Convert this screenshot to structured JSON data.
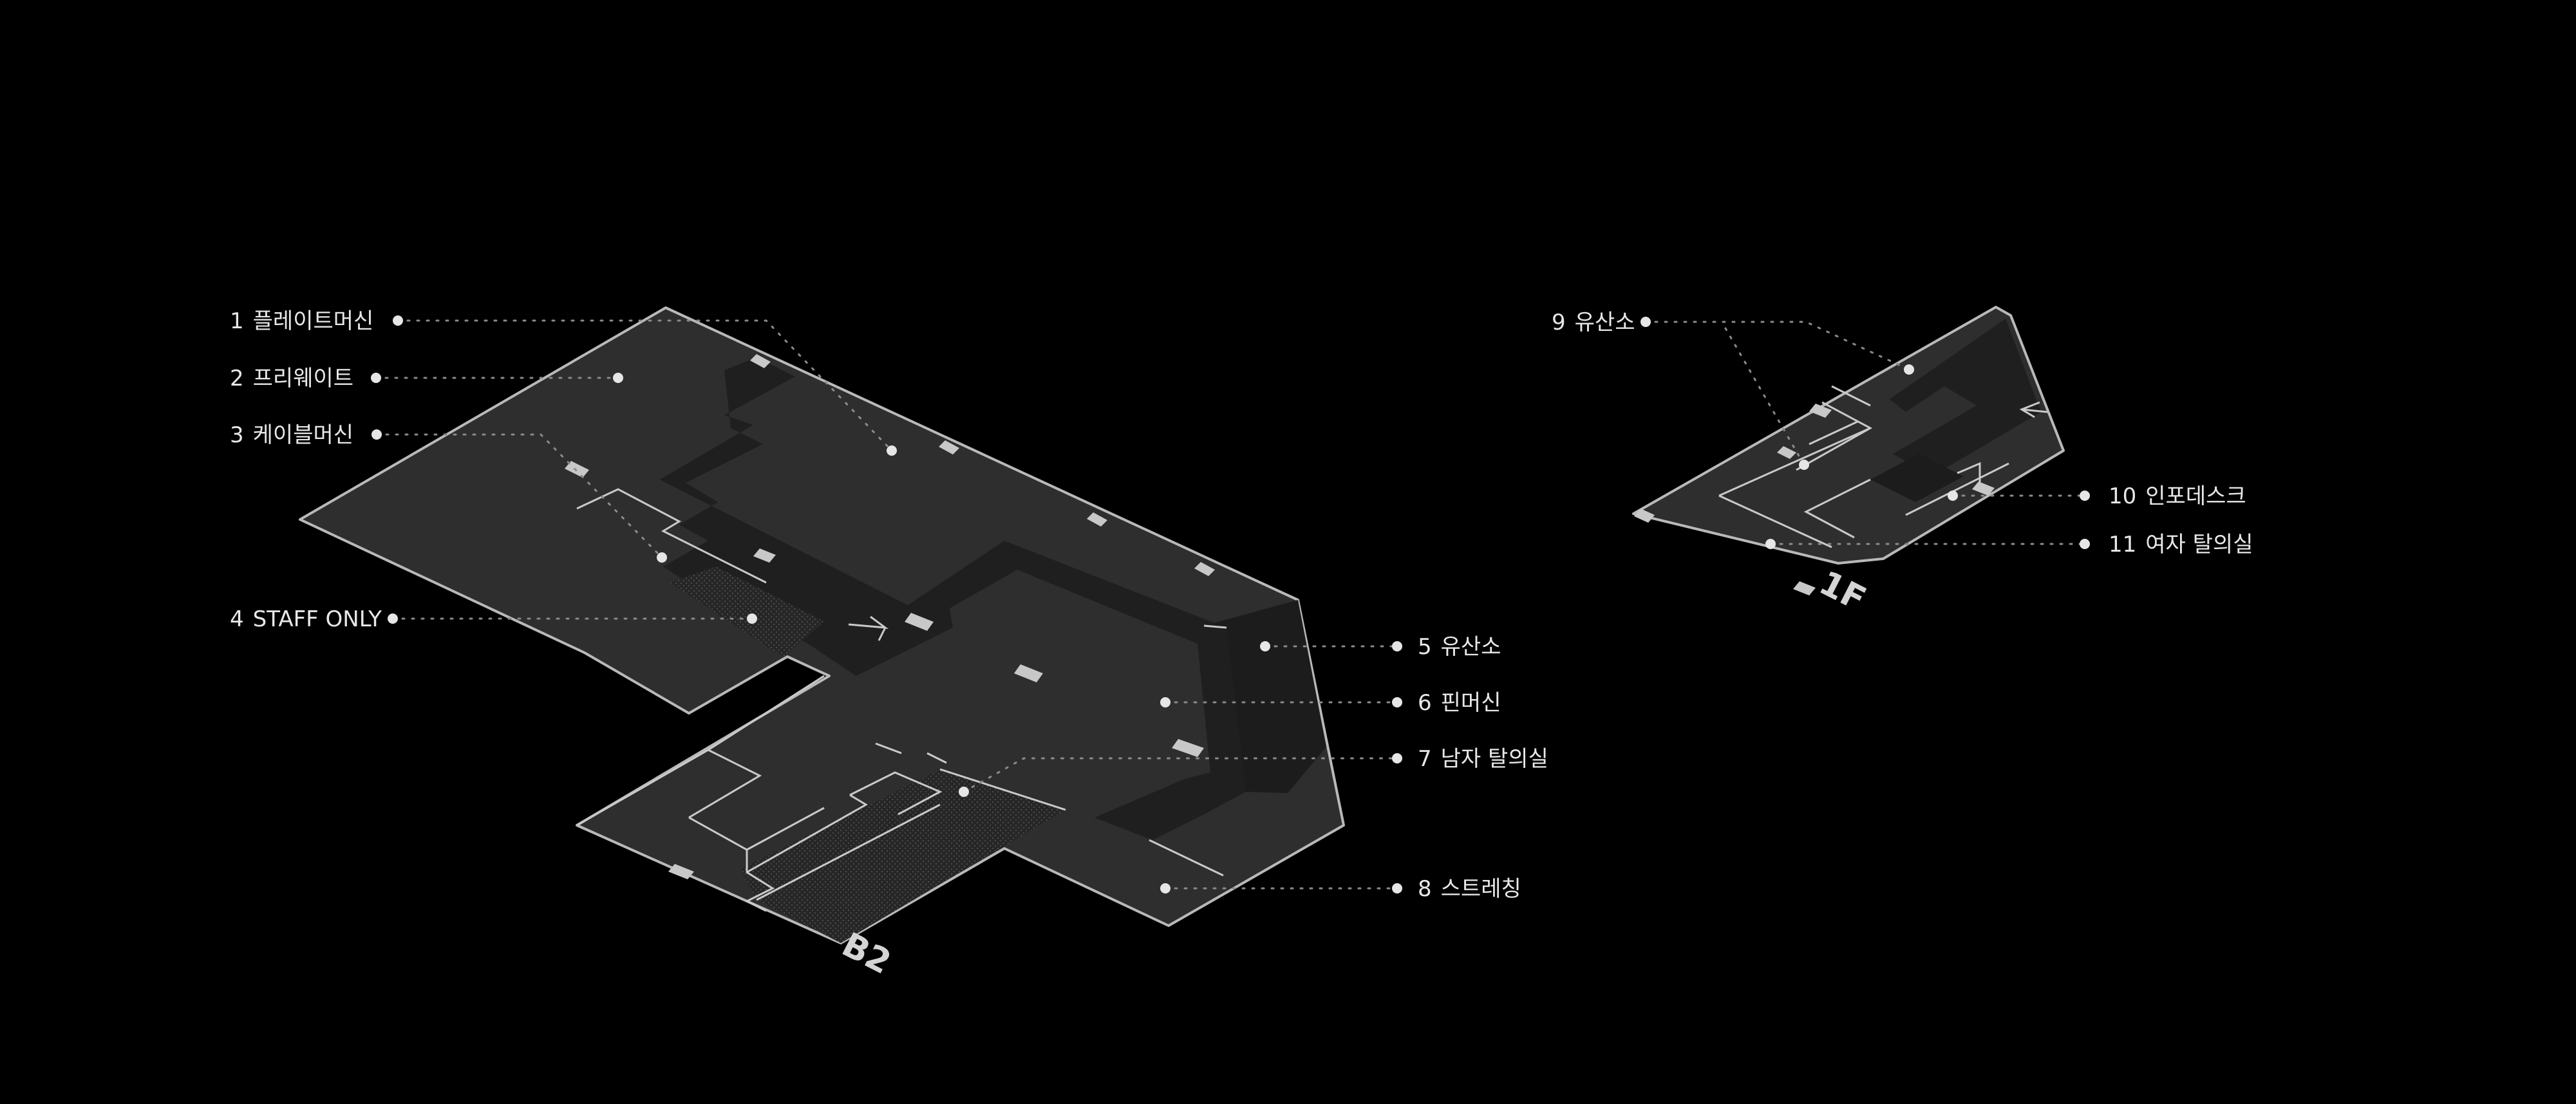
{
  "floors": [
    {
      "id": "b2",
      "name": "B2"
    },
    {
      "id": "1f",
      "name": "1F"
    }
  ],
  "points": [
    {
      "number": "1",
      "label": "플레이트머신"
    },
    {
      "number": "2",
      "label": "프리웨이트"
    },
    {
      "number": "3",
      "label": "케이블머신"
    },
    {
      "number": "4",
      "label": "STAFF ONLY"
    },
    {
      "number": "5",
      "label": "유산소"
    },
    {
      "number": "6",
      "label": "핀머신"
    },
    {
      "number": "7",
      "label": "남자 탈의실"
    },
    {
      "number": "8",
      "label": "스트레칭"
    },
    {
      "number": "9",
      "label": "유산소"
    },
    {
      "number": "10",
      "label": "인포데스크"
    },
    {
      "number": "11",
      "label": "여자 탈의실"
    }
  ],
  "colors": {
    "background": "#000000",
    "floor_fill": "#2e2e2e",
    "outline": "#b9b9b9",
    "label": "#e8e8e8"
  }
}
